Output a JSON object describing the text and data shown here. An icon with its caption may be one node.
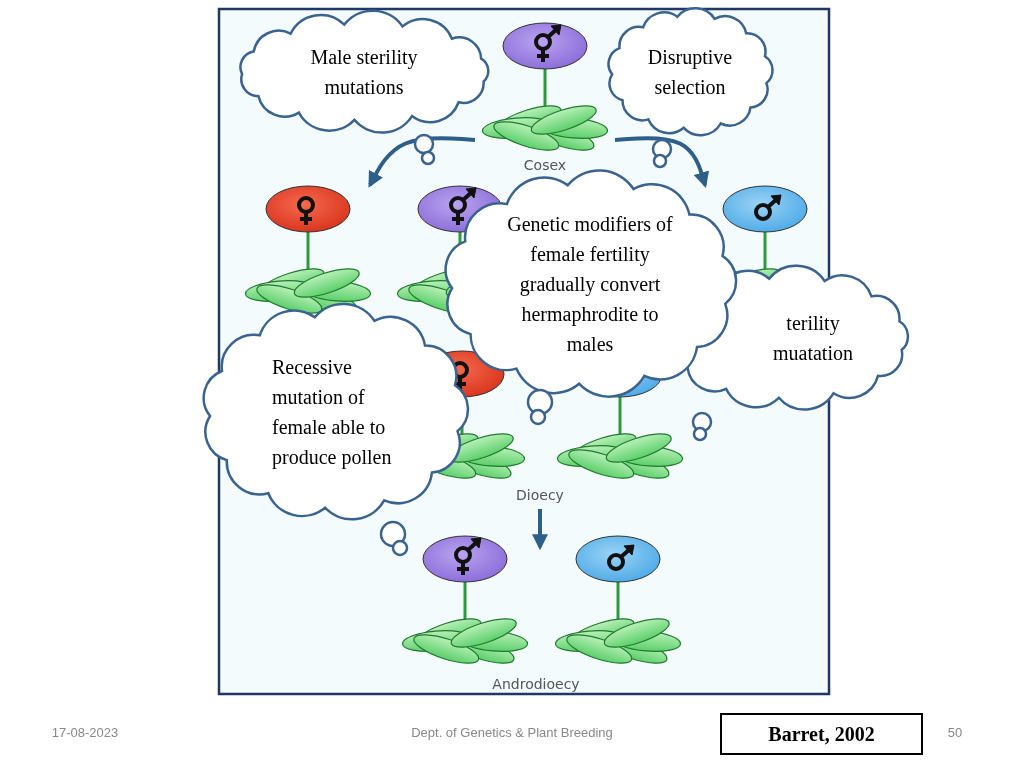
{
  "diagram": {
    "nodes": [
      {
        "text": [
          "Male sterility mutations"
        ]
      },
      {
        "text": [],
        "shape": "picture"
      },
      {
        "text": [
          "Disruptive selection"
        ]
      },
      {
        "text": [],
        "shape": "picture"
      },
      {
        "text": [],
        "shape": "picture"
      },
      {
        "text": [
          "Genetic modifiers of female fertility gradually convert hermaphrodite to males"
        ]
      },
      {
        "text": [],
        "shape": "picture"
      },
      {
        "text": [
          "terility muatation"
        ]
      },
      {
        "text": [
          "Recessive mutation of female able to produce pollen"
        ]
      },
      {
        "text": [],
        "shape": "picture"
      },
      {
        "text": [],
        "shape": "picture"
      },
      {
        "text": [
          "Dioecy"
        ]
      },
      {
        "text": [],
        "shape": "picture"
      },
      {
        "text": [],
        "shape": "picture"
      }
    ],
    "edges": [
      {
        "from": 1,
        "to": 3,
        "arrow": "to"
      },
      {
        "from": 1,
        "to": 6,
        "arrow": "to"
      },
      {
        "from": 11,
        "to": 12,
        "arrow": "to"
      }
    ],
    "labels": [
      "Cosex",
      "Androdioecy",
      "17-08-2023",
      "Dept. of Genetics & Plant Breeding",
      "Barret, 2002",
      "50"
    ]
  }
}
